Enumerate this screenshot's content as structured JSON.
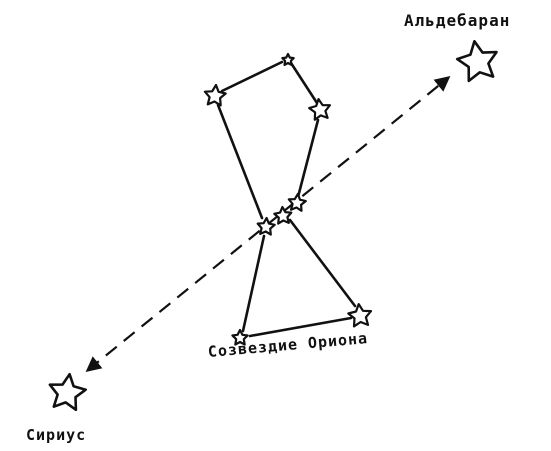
{
  "labels": {
    "aldebaran": "Альдебаран",
    "orion": "Созвездие Ориона",
    "sirius": "Сириус"
  },
  "colors": {
    "ink": "#111111",
    "background": "#ffffff"
  }
}
